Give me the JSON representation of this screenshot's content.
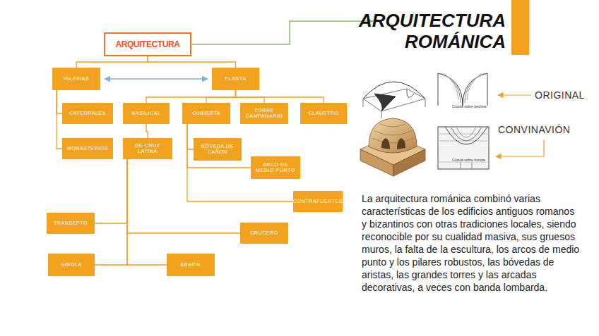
{
  "diagram": {
    "title": "ARQUITECTURA ROMÁNICA",
    "nodes": [
      {
        "text": [
          "ARQUITECTURA"
        ]
      },
      {
        "text": [
          "IGLESIAS"
        ]
      },
      {
        "text": [
          "PLANTA"
        ]
      },
      {
        "text": [
          "CATEDRALES"
        ]
      },
      {
        "text": [
          "MONASTERIOS"
        ]
      },
      {
        "text": [
          "BASILICAL"
        ]
      },
      {
        "text": [
          "CUBIERTA"
        ]
      },
      {
        "text": [
          "TORRE CAMPANARIO"
        ]
      },
      {
        "text": [
          "CLAUSTRO"
        ]
      },
      {
        "text": [
          "DE CRUZ LATINA"
        ]
      },
      {
        "text": [
          "BÓVEDA DE CAÑON"
        ]
      },
      {
        "text": [
          "ARCO DE MEDIO PUNTO"
        ]
      },
      {
        "text": [
          "CONTRAFUERTES"
        ]
      },
      {
        "text": [
          "TRANSEPTO"
        ]
      },
      {
        "text": [
          "CRUCERO"
        ]
      },
      {
        "text": [
          "GIROLA"
        ]
      },
      {
        "text": [
          "ABSIDE"
        ]
      }
    ],
    "edges": [
      {
        "from": 0,
        "to": 1,
        "arrow": "none"
      },
      {
        "from": 0,
        "to": 2,
        "arrow": "none"
      },
      {
        "from": 1,
        "to": 2,
        "arrow": "both"
      },
      {
        "from": 1,
        "to": 3,
        "arrow": "none"
      },
      {
        "from": 1,
        "to": 4,
        "arrow": "none"
      },
      {
        "from": 2,
        "to": 5,
        "arrow": "none"
      },
      {
        "from": 2,
        "to": 6,
        "arrow": "none"
      },
      {
        "from": 2,
        "to": 7,
        "arrow": "none"
      },
      {
        "from": 2,
        "to": 8,
        "arrow": "none"
      },
      {
        "from": 5,
        "to": 9,
        "arrow": "none"
      },
      {
        "from": 6,
        "to": 10,
        "arrow": "none"
      },
      {
        "from": 6,
        "to": 11,
        "arrow": "none"
      },
      {
        "from": 6,
        "to": 12,
        "arrow": "none"
      },
      {
        "from": 9,
        "to": 13,
        "arrow": "none"
      },
      {
        "from": 9,
        "to": 14,
        "arrow": "none"
      },
      {
        "from": 9,
        "to": 15,
        "arrow": "none"
      },
      {
        "from": 9,
        "to": 16,
        "arrow": "none"
      }
    ],
    "labels": [
      "Cúpula sobre pechina",
      "Cúpula sobre trompa",
      "ORIGINAL",
      "CONVINAVIÓN",
      "La arquitectura románica combinó varias características de los edificios antiguos romanos y bizantinos con otras tradiciones locales, siendo reconocible por su cualidad masiva, sus gruesos muros, la falta de la escultura, los arcos de medio punto y los pilares robustos, las bóvedas de aristas, las grandes torres y las arcadas decorativas, a veces con banda lombarda."
    ]
  }
}
